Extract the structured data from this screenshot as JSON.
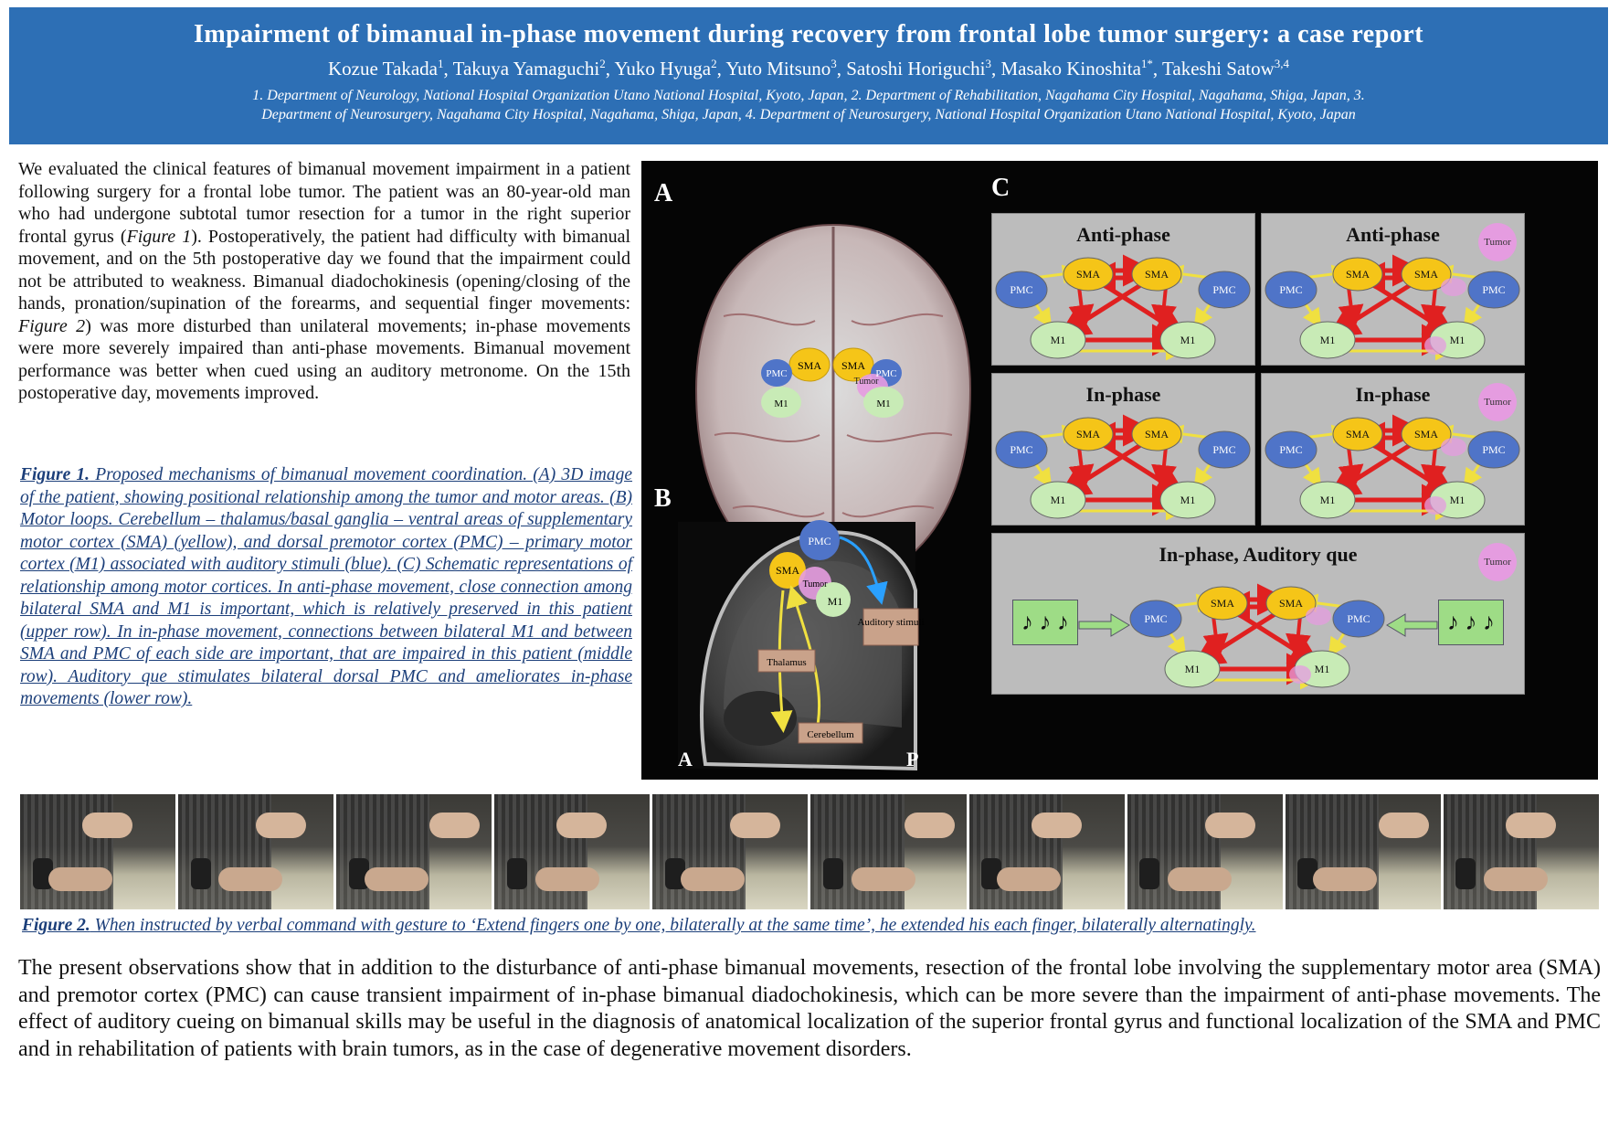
{
  "header": {
    "title": "Impairment of bimanual in-phase movement during recovery from frontal lobe tumor surgery: a case report",
    "authors": [
      {
        "name": "Kozue Takada",
        "sup": "1"
      },
      {
        "name": "Takuya Yamaguchi",
        "sup": "2"
      },
      {
        "name": "Yuko Hyuga",
        "sup": "2"
      },
      {
        "name": "Yuto Mitsuno",
        "sup": "3"
      },
      {
        "name": "Satoshi Horiguchi",
        "sup": "3"
      },
      {
        "name": "Masako Kinoshita",
        "sup": "1*"
      },
      {
        "name": "Takeshi Satow",
        "sup": "3,4"
      }
    ],
    "affiliations_line1": "1. Department of Neurology, National Hospital Organization Utano National Hospital, Kyoto, Japan, 2. Department of Rehabilitation, Nagahama City Hospital, Nagahama, Shiga, Japan, 3.",
    "affiliations_line2": "Department of Neurosurgery, Nagahama City Hospital, Nagahama, Shiga, Japan, 4. Department of Neurosurgery, National Hospital Organization Utano National Hospital, Kyoto, Japan"
  },
  "intro": {
    "p1": "We evaluated the clinical features of bimanual movement impairment in a patient following surgery for a frontal lobe tumor. The patient was an 80-year-old man who had undergone subtotal tumor resection for a tumor in the right superior frontal gyrus (",
    "ref1": "Figure 1",
    "p2": "). Postoperatively, the patient had difficulty with bimanual movement, and on the 5th postoperative day we found that the impairment could not be attributed to weakness. Bimanual diadochokinesis (opening/closing of the hands, pronation/supination of the forearms, and sequential finger movements: ",
    "ref2": "Figure 2",
    "p3": ") was more disturbed than unilateral movements; in-phase movements were more severely impaired than anti-phase movements. Bimanual movement performance was better when cued using an auditory metronome. On the 15th postoperative day, movements improved."
  },
  "figure1_caption": {
    "label": "Figure 1.",
    "text": " Proposed mechanisms of bimanual movement coordination. (A) 3D image of the patient, showing positional relationship among the tumor and motor areas. (B) Motor loops. Cerebellum – thalamus/basal ganglia – ventral areas of supplementary motor cortex (SMA) (yellow), and dorsal premotor cortex (PMC) – primary motor cortex (M1) associated with auditory stimuli (blue). (C) Schematic representations of relationship among motor cortices. In anti-phase movement, close connection among bilateral SMA and M1 is important, which is relatively preserved in this patient (upper row). In in-phase movement, connections between bilateral M1 and between SMA and PMC of each side are important, that are impaired in this patient (middle row). Auditory que stimulates bilateral dorsal PMC and ameliorates in-phase movements (lower row)."
  },
  "figure": {
    "panel_a": {
      "label": "A",
      "sma": "SMA",
      "pmc": "PMC",
      "m1": "M1",
      "tumor": "Tumor"
    },
    "panel_b": {
      "label": "B",
      "pmc": "PMC",
      "sma": "SMA",
      "tumor": "Tumor",
      "m1": "M1",
      "auditory": "Auditory stimuli",
      "thalamus": "Thalamus",
      "cerebellum": "Cerebellum",
      "orient_a": "A",
      "orient_p": "P"
    },
    "panel_c": {
      "label": "C",
      "tumor": "Tumor",
      "box_titles": [
        "Anti-phase",
        "Anti-phase",
        "In-phase",
        "In-phase",
        "In-phase, Auditory que"
      ],
      "nodes": {
        "pmc": "PMC",
        "sma": "SMA",
        "m1": "M1"
      },
      "music_notes": "♪ ♪ ♪"
    },
    "colors": {
      "sma": "#f5c518",
      "pmc": "#4f74c8",
      "m1": "#c8ebb6",
      "tumor": "#e59ce0",
      "arrow_red": "#e02020",
      "arrow_yellow": "#f0e040",
      "panel_bg": "#050505",
      "box_bg": "#bcbcbc"
    }
  },
  "figure2_caption": {
    "label": "Figure 2.",
    "text": " When instructed by verbal command with gesture to ‘Extend fingers one by one, bilaterally at the same time’, he extended his each finger, bilaterally alternatingly."
  },
  "conclusion": "The present observations show that in addition to the disturbance of anti-phase bimanual movements, resection of the frontal lobe involving the supplementary motor area (SMA) and premotor cortex (PMC) can cause transient impairment of in-phase bimanual diadochokinesis, which can be more severe than the impairment of anti-phase movements. The effect of auditory cueing on bimanual skills may be useful in the diagnosis of anatomical localization of the superior frontal gyrus and functional localization of the SMA and PMC and in rehabilitation of patients with brain tumors, as in the case of degenerative movement disorders."
}
